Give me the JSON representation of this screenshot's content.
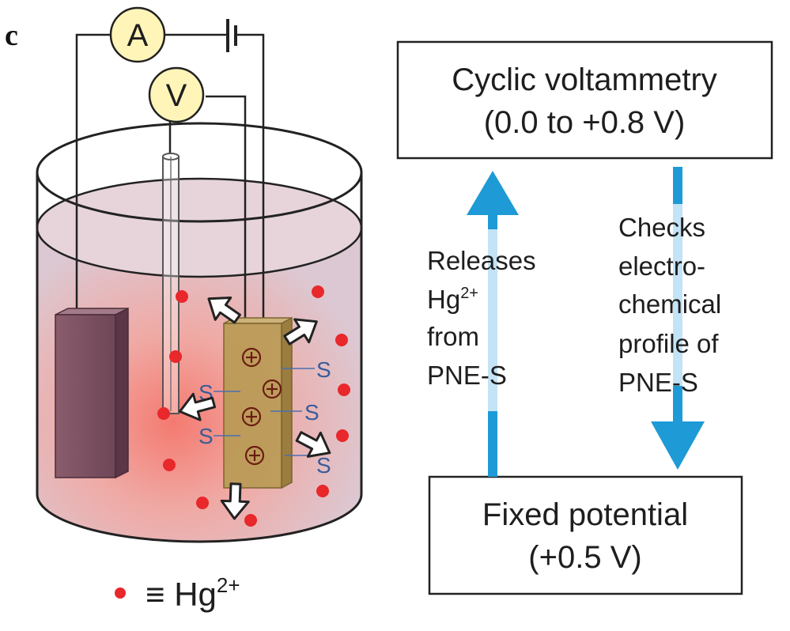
{
  "panel_label": "c",
  "meters": {
    "ammeter": "A",
    "voltmeter": "V"
  },
  "surface_group": "S",
  "legend": {
    "symbol": "≡",
    "ion": "Hg",
    "charge": "2+"
  },
  "boxes": {
    "top": {
      "line1": "Cyclic voltammetry",
      "line2": "(0.0 to +0.8 V)"
    },
    "bottom": {
      "line1": "Fixed potential",
      "line2": "(+0.5 V)"
    }
  },
  "left_label": {
    "line1": "Releases",
    "line2_base": "Hg",
    "line2_sup": "2+",
    "line3": "from",
    "line4": "PNE-S"
  },
  "right_label": {
    "line1": "Checks",
    "line2": "electro-",
    "line3": "chemical",
    "line4": "profile of",
    "line5": "PNE-S"
  },
  "colors": {
    "arrow": "#1e9ad6",
    "arrow_light": "#c3e3f6",
    "ion": "#e8282b",
    "electrode": "#b99a55",
    "counter_electrode": "#7a4f60"
  }
}
